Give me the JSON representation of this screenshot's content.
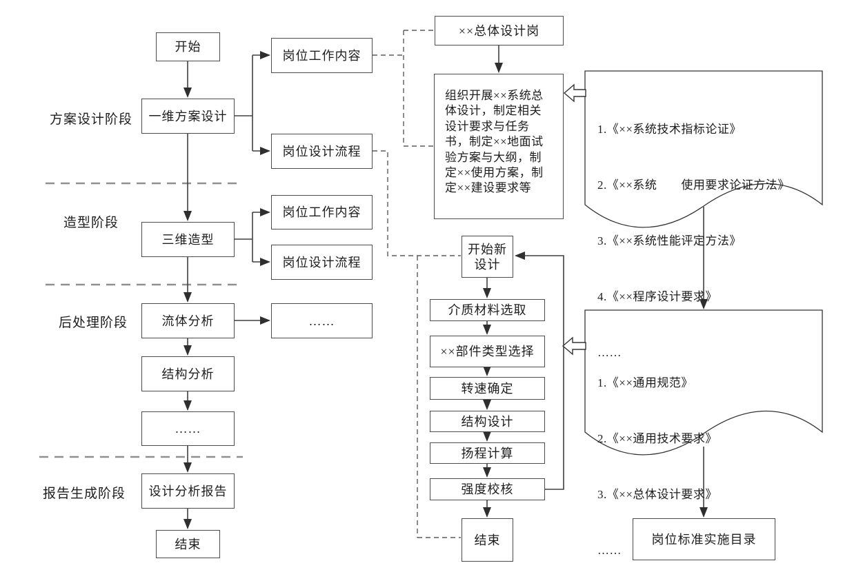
{
  "colors": {
    "line": "#3f3f3f",
    "dashed_connector": "#5a5a5a",
    "divider": "#8f8f8f",
    "box_border": "#4a4a4a",
    "background": "#ffffff"
  },
  "phases": {
    "design": "方案设计阶段",
    "modeling": "造型阶段",
    "post_processing": "后处理阶段",
    "report": "报告生成阶段"
  },
  "main_flow": {
    "start": "开始",
    "scheme_1d": "一维方案设计",
    "modeling_3d": "三维造型",
    "fluid": "流体分析",
    "structure": "结构分析",
    "ellipsis": "……",
    "report": "设计分析报告",
    "end": "结束"
  },
  "job_boxes": {
    "work_content_1": "岗位工作内容",
    "design_process_1": "岗位设计流程",
    "work_content_2": "岗位工作内容",
    "design_process_2": "岗位设计流程",
    "ellipsis": "……"
  },
  "general_design": {
    "post_title": "××总体设计岗",
    "duty": "组织开展××系统总体设计，制定相关设计要求与任务书，制定××地面试验方案与大纲，制定××使用方案，制定××建设要求等"
  },
  "doc1": {
    "lines": [
      "1.《××系统技术指标论证》",
      "2.《××系统　　使用要求论证方法》",
      "3.《××系统性能评定方法》",
      "4.《××程序设计要求》",
      "……"
    ]
  },
  "design_flow": {
    "start_line1": "开始新",
    "start_line2": "设计",
    "steps": [
      "介质材料选取",
      "××部件类型选择",
      "转速确定",
      "结构设计",
      "扬程计算",
      "强度校核"
    ],
    "end": "结束"
  },
  "doc2": {
    "lines": [
      "1.《××通用规范》",
      "2.《××通用技术要求》",
      "3.《××总体设计要求》",
      "……"
    ]
  },
  "catalog": "岗位标准实施目录"
}
